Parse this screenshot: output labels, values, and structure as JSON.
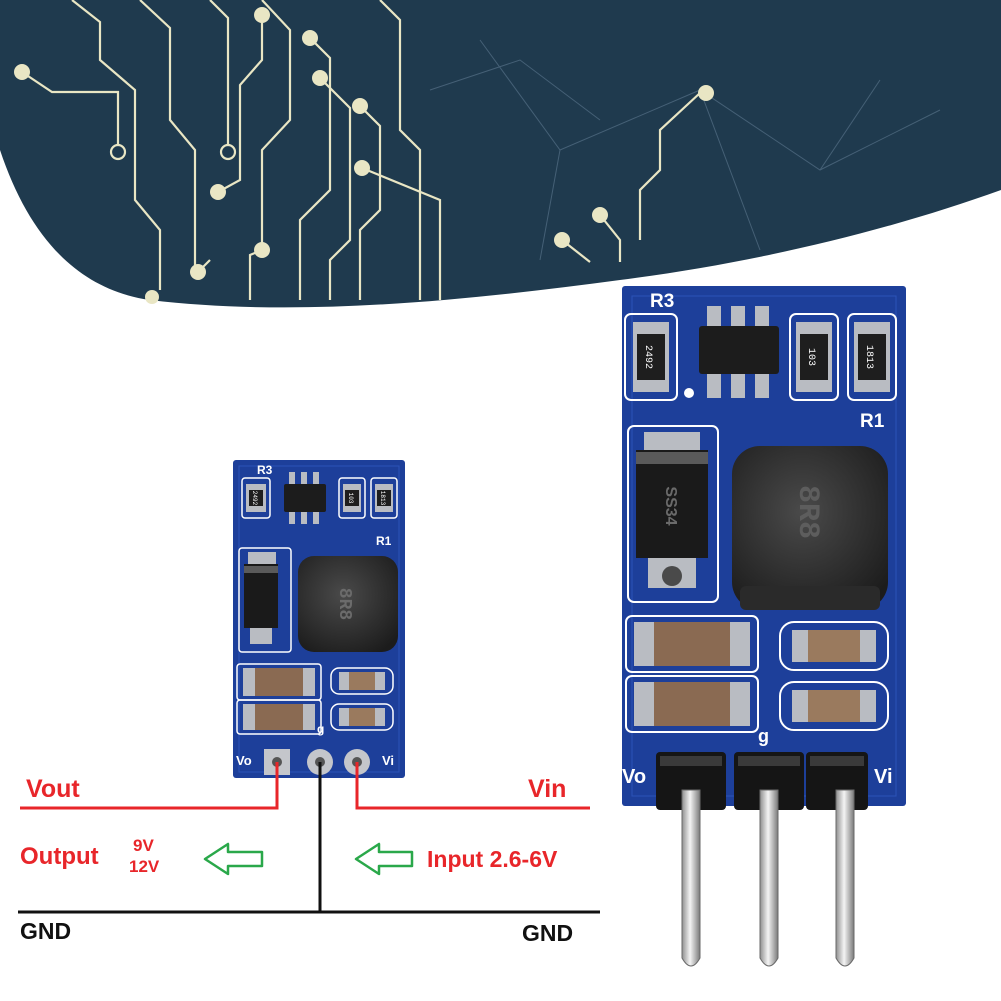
{
  "header_band": {
    "color": "#1f3a4e",
    "trace_color": "#e9e6c4"
  },
  "small_board": {
    "silkscreen": {
      "r3": "R3",
      "r1": "R1",
      "vo": "Vo",
      "g": "g",
      "vi": "Vi"
    },
    "resistor_codes": [
      "2492",
      "103",
      "1813"
    ],
    "inductor_marking": "8R8"
  },
  "large_board": {
    "silkscreen": {
      "r3": "R3",
      "r1": "R1",
      "vo": "Vo",
      "g": "g",
      "vi": "Vi"
    },
    "resistor_codes": [
      "2492",
      "103",
      "1813"
    ],
    "diode_marking": "SS34",
    "inductor_marking": "8R8"
  },
  "wiring": {
    "vout_label": "Vout",
    "vin_label": "Vin",
    "output_label": "Output",
    "output_voltages": [
      "9V",
      "12V"
    ],
    "input_label": "Input 2.6-6V",
    "gnd_left": "GND",
    "gnd_right": "GND",
    "colors": {
      "signal": "#e8262a",
      "ground": "#111111",
      "arrow": "#2aa84a"
    }
  },
  "colors": {
    "pcb": "#1d3f9a",
    "pcb_dark": "#143178",
    "smd_pad": "#b9bcc2",
    "capacitor": "#8a6a52"
  }
}
